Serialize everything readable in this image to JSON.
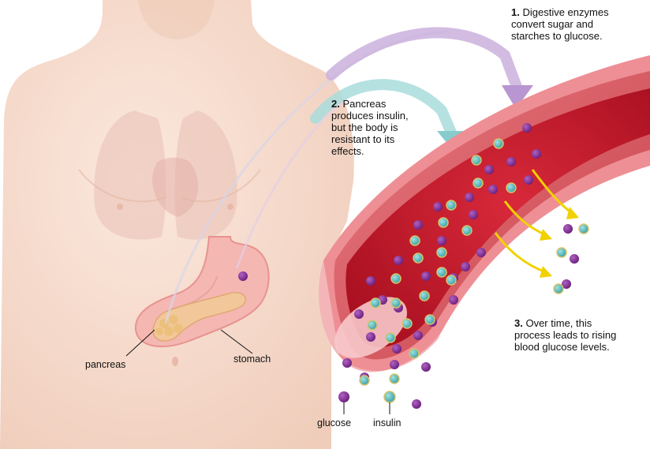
{
  "steps": [
    {
      "number": "1.",
      "lines": [
        "Digestive enzymes",
        "convert sugar and",
        "starches to glucose."
      ]
    },
    {
      "number": "2.",
      "lines": [
        "Pancreas",
        "produces insulin,",
        "but the body is",
        "resistant to its",
        "effects."
      ]
    },
    {
      "number": "3.",
      "lines": [
        "Over time, this",
        "process leads to rising",
        "blood glucose levels."
      ]
    }
  ],
  "labels": {
    "pancreas": "pancreas",
    "stomach": "stomach",
    "glucose": "glucose",
    "insulin": "insulin"
  },
  "colors": {
    "skin": "#f5d9cb",
    "organ_pink": "#f0a9a8",
    "pancreas": "#f0c08c",
    "vessel_wall": "#d9545c",
    "blood": "#c5182a",
    "glucose": "#7a2a8c",
    "insulin": "#4fb8b8",
    "arrow_purple": "#c9a8d8",
    "arrow_teal": "#9fd5d5",
    "arrow_yellow": "#f1d100"
  }
}
